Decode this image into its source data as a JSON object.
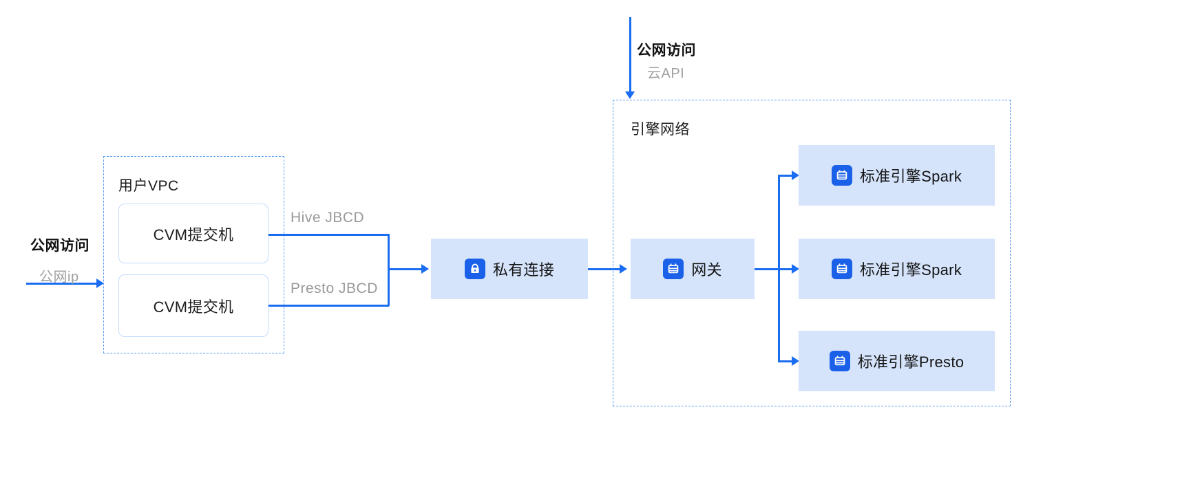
{
  "diagram": {
    "title": "engine-network-access-architecture",
    "colors": {
      "accent_blue": "#1a6cf0",
      "icon_blue": "#1a60e8",
      "box_fill": "#d5e4fb",
      "card_border": "#c3dcfb",
      "zone_border": "#5b9bf3",
      "muted_text": "#a0a0a0"
    }
  },
  "left_entry": {
    "primary_label": "公网访问",
    "secondary_label": "公网ip"
  },
  "top_entry": {
    "primary_label": "公网访问",
    "secondary_label": "云API"
  },
  "zones": [
    {
      "key": "user_vpc",
      "label": "用户VPC"
    },
    {
      "key": "engine_network",
      "label": "引擎网络"
    }
  ],
  "user_vpc": {
    "label": "用户VPC",
    "nodes": [
      {
        "key": "cvm_top",
        "label": "CVM提交机"
      },
      {
        "key": "cvm_bottom",
        "label": "CVM提交机"
      }
    ]
  },
  "connector_labels": [
    {
      "key": "hive",
      "label": "Hive JBCD"
    },
    {
      "key": "presto",
      "label": "Presto JBCD"
    }
  ],
  "middle": {
    "private_link": {
      "label": "私有连接",
      "icon": "lock-icon"
    }
  },
  "engine_network": {
    "label": "引擎网络",
    "gateway": {
      "label": "网关",
      "icon": "server-icon"
    },
    "engines": [
      {
        "key": "engine_spark_1",
        "label": "标准引擎Spark",
        "icon": "server-icon"
      },
      {
        "key": "engine_spark_2",
        "label": "标准引擎Spark",
        "icon": "server-icon"
      },
      {
        "key": "engine_presto",
        "label": "标准引擎Presto",
        "icon": "server-icon"
      }
    ]
  }
}
